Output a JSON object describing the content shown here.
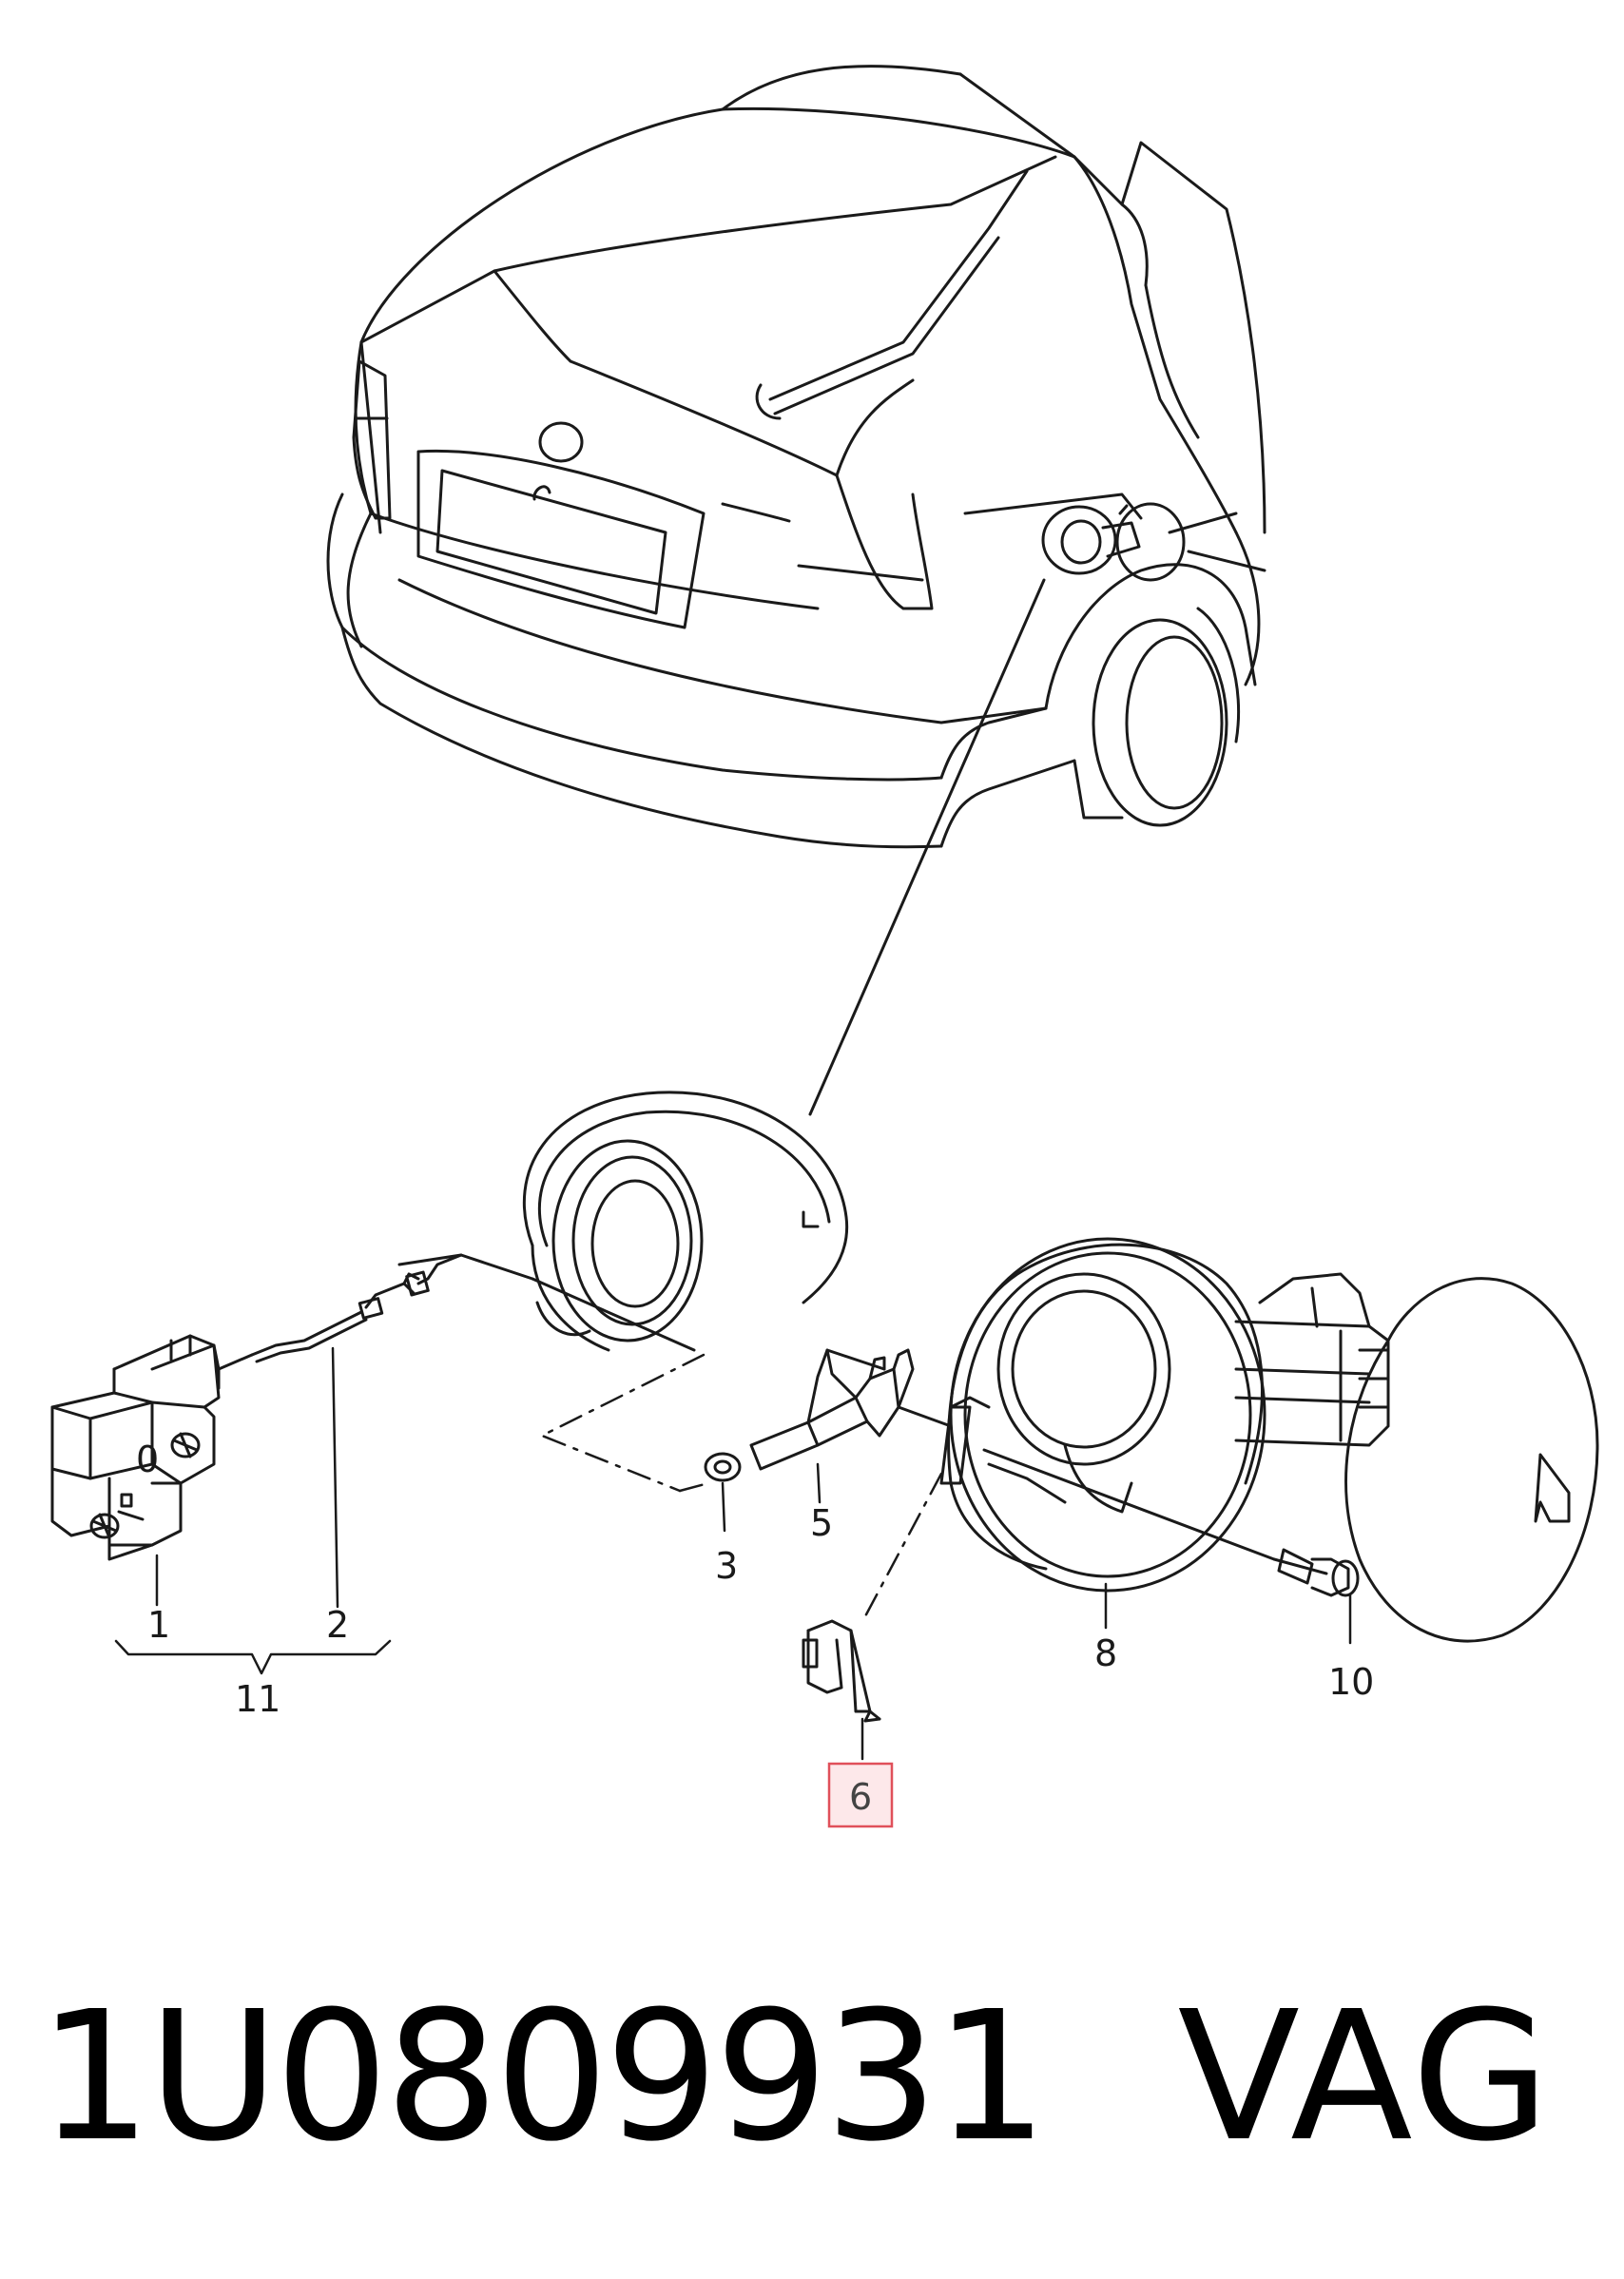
{
  "diagram": {
    "callouts": [
      {
        "id": "1",
        "label": "1"
      },
      {
        "id": "2",
        "label": "2"
      },
      {
        "id": "3",
        "label": "3"
      },
      {
        "id": "5",
        "label": "5"
      },
      {
        "id": "6",
        "label": "6",
        "highlighted": true
      },
      {
        "id": "8",
        "label": "8"
      },
      {
        "id": "10",
        "label": "10"
      },
      {
        "id": "11",
        "label": "11"
      },
      {
        "id": "0",
        "label": "0"
      }
    ],
    "highlight_color": "#e0505a",
    "highlight_fill": "#fde8ea",
    "line_color": "#1a1a1a"
  },
  "footer": {
    "part_number": "1U0809931",
    "brand": "VAG"
  }
}
